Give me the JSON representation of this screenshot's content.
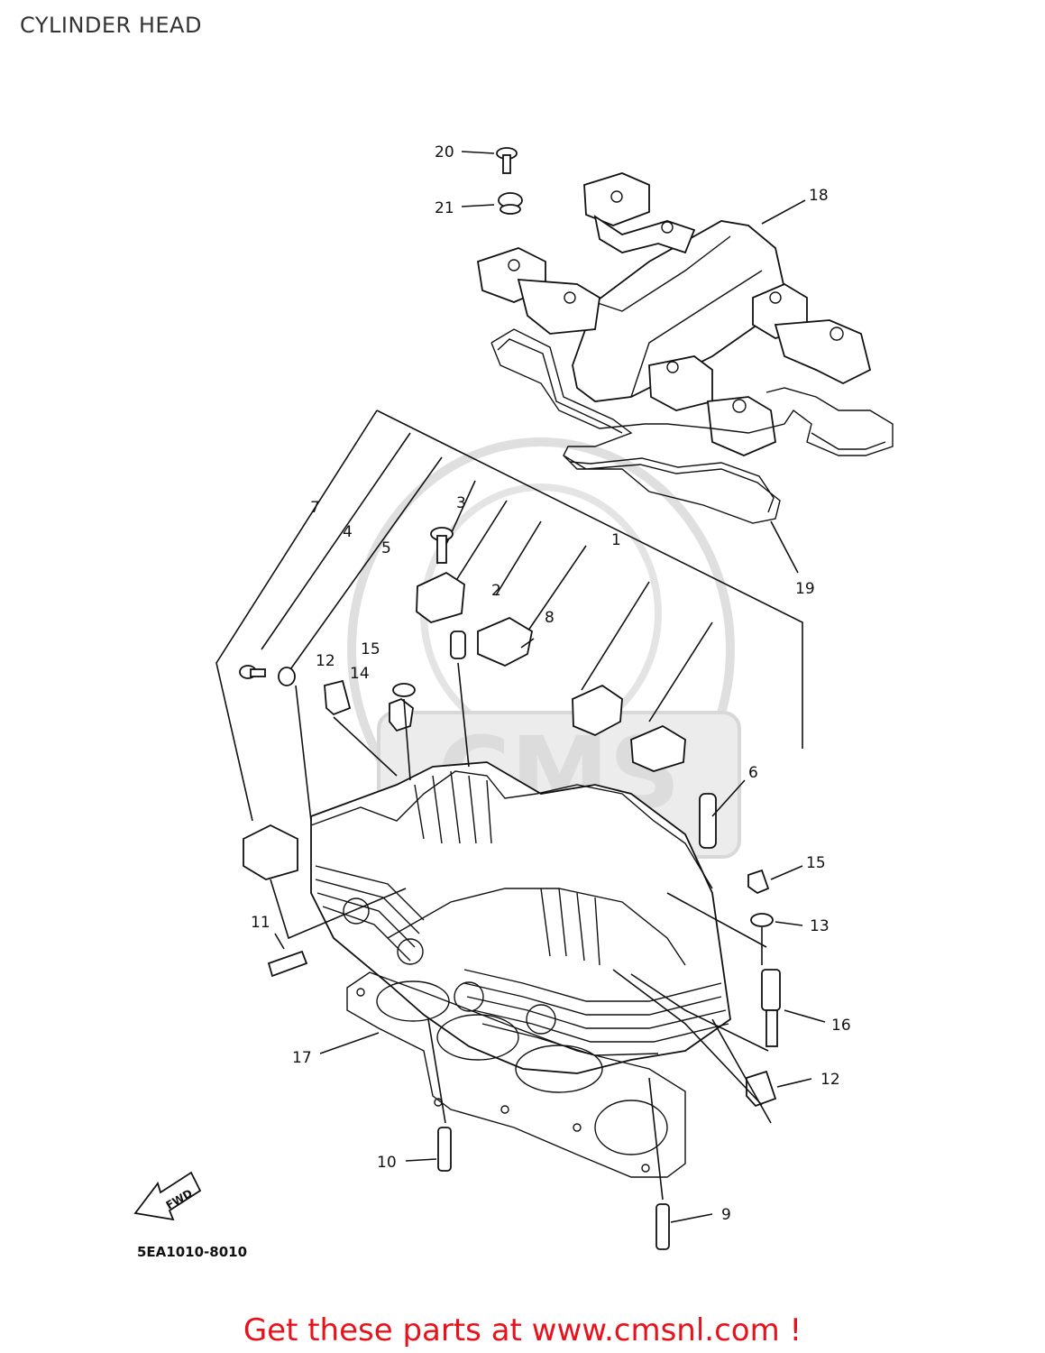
{
  "header": {
    "title": "CYLINDER HEAD"
  },
  "part_code": "5EA1010-8010",
  "fwd_label": "FWD",
  "watermark": {
    "text": "CMS",
    "color": "#d9d9d9"
  },
  "callouts": [
    {
      "id": "20",
      "label": "20"
    },
    {
      "id": "21",
      "label": "21"
    },
    {
      "id": "18",
      "label": "18"
    },
    {
      "id": "19",
      "label": "19"
    },
    {
      "id": "7",
      "label": "7"
    },
    {
      "id": "4",
      "label": "4"
    },
    {
      "id": "5",
      "label": "5"
    },
    {
      "id": "3",
      "label": "3"
    },
    {
      "id": "1",
      "label": "1"
    },
    {
      "id": "2",
      "label": "2"
    },
    {
      "id": "8",
      "label": "8"
    },
    {
      "id": "15a",
      "label": "15"
    },
    {
      "id": "12a",
      "label": "12"
    },
    {
      "id": "14",
      "label": "14"
    },
    {
      "id": "6",
      "label": "6"
    },
    {
      "id": "15b",
      "label": "15"
    },
    {
      "id": "13",
      "label": "13"
    },
    {
      "id": "11",
      "label": "11"
    },
    {
      "id": "16",
      "label": "16"
    },
    {
      "id": "17",
      "label": "17"
    },
    {
      "id": "12b",
      "label": "12"
    },
    {
      "id": "10",
      "label": "10"
    },
    {
      "id": "9",
      "label": "9"
    }
  ],
  "footer": {
    "promo": "Get these parts at www.cmsnl.com !",
    "promo_color": "#e8121b"
  }
}
